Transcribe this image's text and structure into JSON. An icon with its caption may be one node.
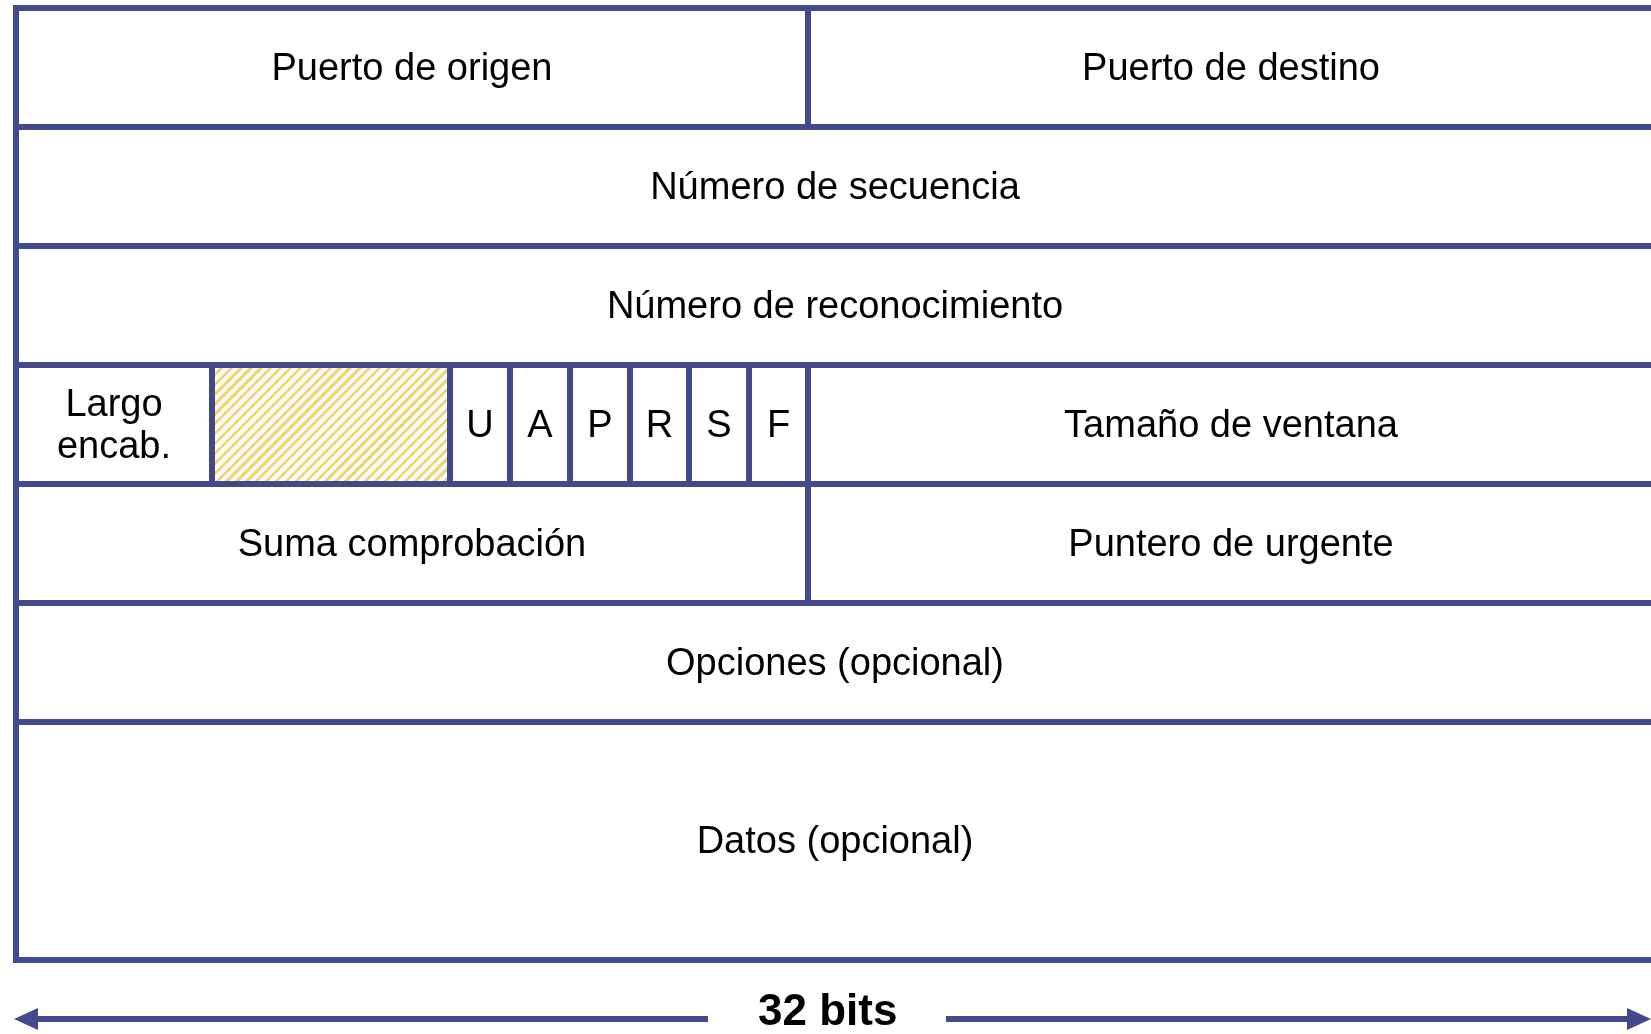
{
  "diagram": {
    "nodes": [
      {
        "text": [
          "Puerto de origen"
        ]
      },
      {
        "text": [
          "Puerto de destino"
        ]
      },
      {
        "text": [
          "Número de secuencia"
        ]
      },
      {
        "text": [
          "Número de reconocimiento"
        ]
      },
      {
        "text": [
          "Largo encab."
        ]
      },
      {
        "text": [],
        "shape": "box"
      },
      {
        "text": [
          "U"
        ]
      },
      {
        "text": [
          "A"
        ]
      },
      {
        "text": [
          "P"
        ]
      },
      {
        "text": [
          "R"
        ]
      },
      {
        "text": [
          "S"
        ]
      },
      {
        "text": [
          "F"
        ]
      },
      {
        "text": [
          "Tamaño de ventana"
        ]
      },
      {
        "text": [
          "Suma comprobación"
        ]
      },
      {
        "text": [
          "Puntero de urgente"
        ]
      },
      {
        "text": [
          "Opciones (opcional)"
        ]
      },
      {
        "text": [
          "Datos (opcional)"
        ]
      }
    ],
    "labels": [
      "32 bits"
    ]
  }
}
